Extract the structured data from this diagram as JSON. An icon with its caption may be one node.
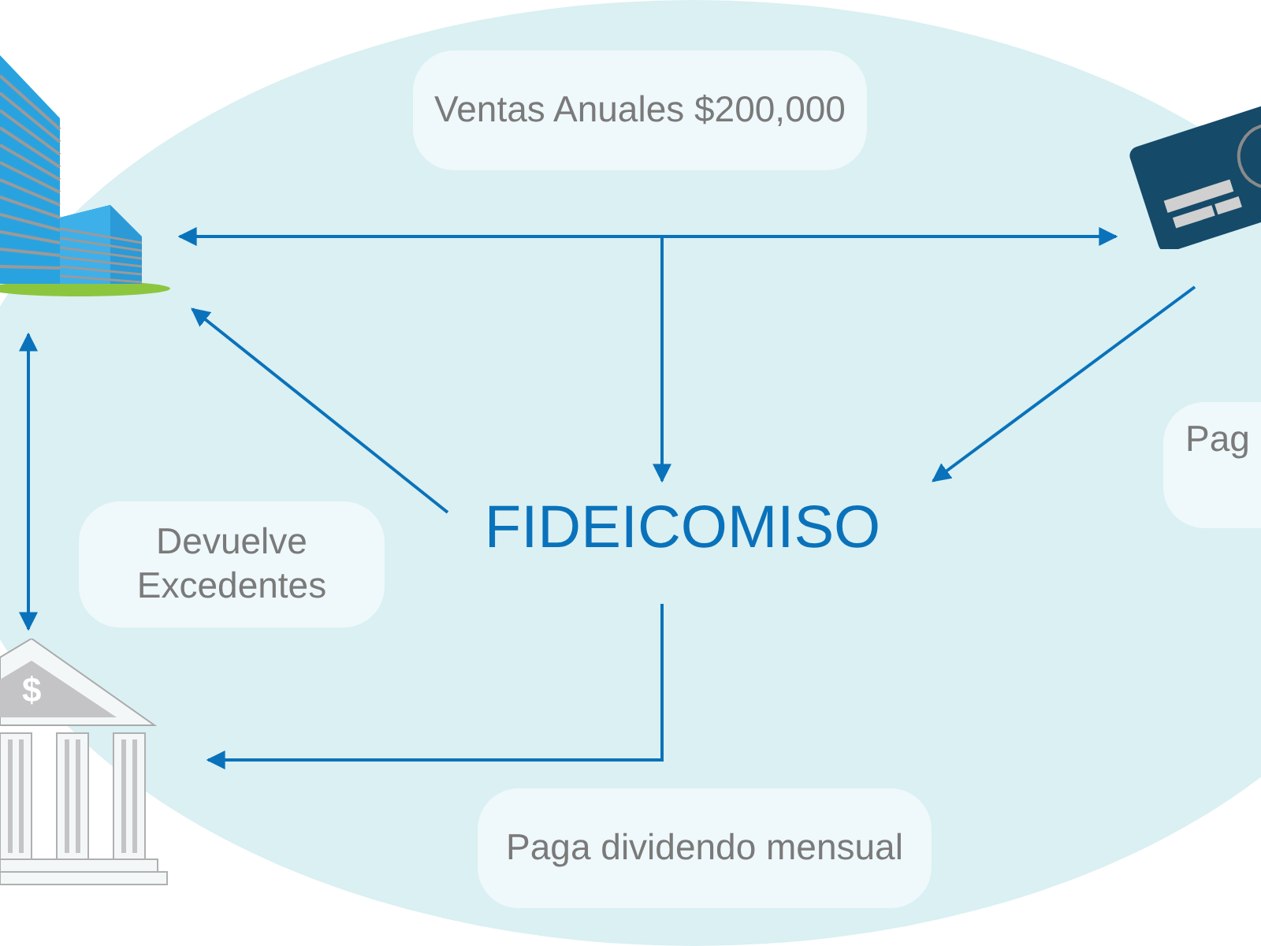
{
  "diagram": {
    "nodes": [
      {
        "text": [],
        "shape": "picture"
      },
      {
        "text": [],
        "shape": "picture"
      },
      {
        "text": [
          "FIDEICOMISO"
        ]
      },
      {
        "text": [
          "$"
        ]
      },
      {
        "text": [
          "Ventas Anuales $200,000"
        ]
      },
      {
        "text": [
          "Devuelve Excedentes"
        ]
      },
      {
        "text": [
          "Paga dividendo mensual"
        ]
      },
      {
        "text": [
          "Pag"
        ]
      }
    ],
    "edges": [
      {
        "from": 0,
        "to": 1,
        "arrow": "both"
      },
      {
        "from": 1,
        "to": 2,
        "arrow": "to"
      },
      {
        "from": 2,
        "to": 0,
        "arrow": "to"
      },
      {
        "from": 1,
        "to": 2,
        "arrow": "to"
      },
      {
        "from": 2,
        "to": 3,
        "arrow": "to"
      },
      {
        "from": 0,
        "to": 3,
        "arrow": "both"
      }
    ]
  }
}
